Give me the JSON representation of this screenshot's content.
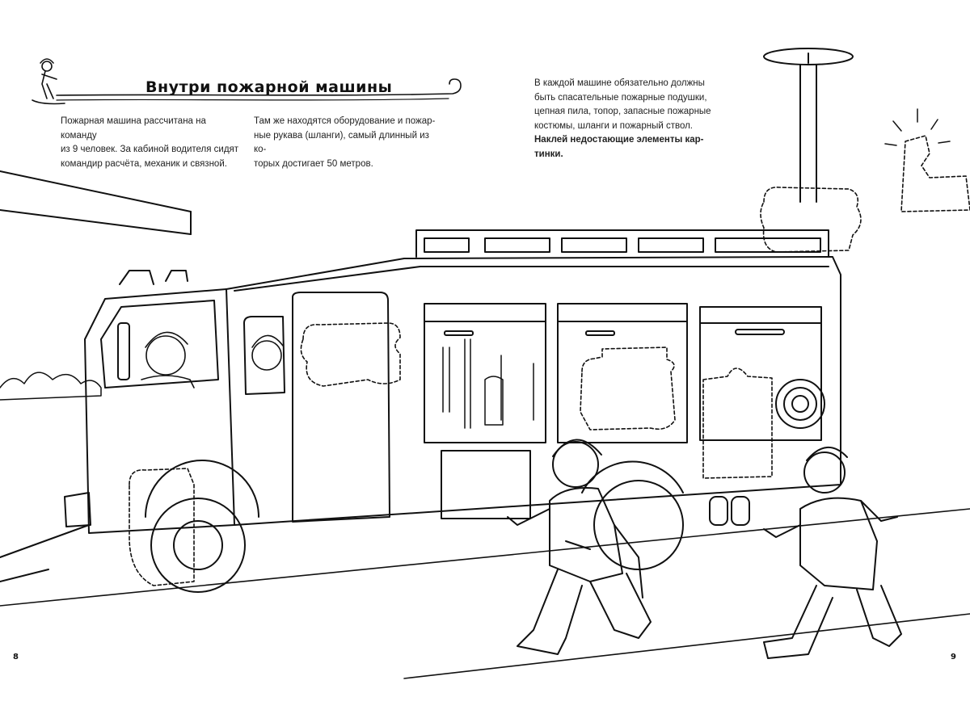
{
  "title": "Внутри пожарной машины",
  "text_blocks": {
    "left": "Пожарная машина рассчитана на команду\nиз 9 человек. За кабиной водителя сидят\nкомандир расчёта, механик и связной.",
    "middle": "Там же находятся оборудование и пожар-\nные рукава (шланги), самый длинный из ко-\nторых достигает 50 метров.",
    "right": "В каждой машине обязательно должны\nбыть спасательные пожарные подушки,\nцепная пила, топор, запасные пожарные\nкостюмы, шланги и пожарный ствол.",
    "right_bold": "Наклей недостающие элементы кар-\nтинки."
  },
  "page_numbers": {
    "left": "8",
    "right": "9"
  },
  "icons": [
    "firefighter-logo-icon",
    "fire-truck",
    "firefighter",
    "sticker-placeholder"
  ],
  "colors": {
    "ink": "#111111",
    "paper": "#ffffff"
  }
}
